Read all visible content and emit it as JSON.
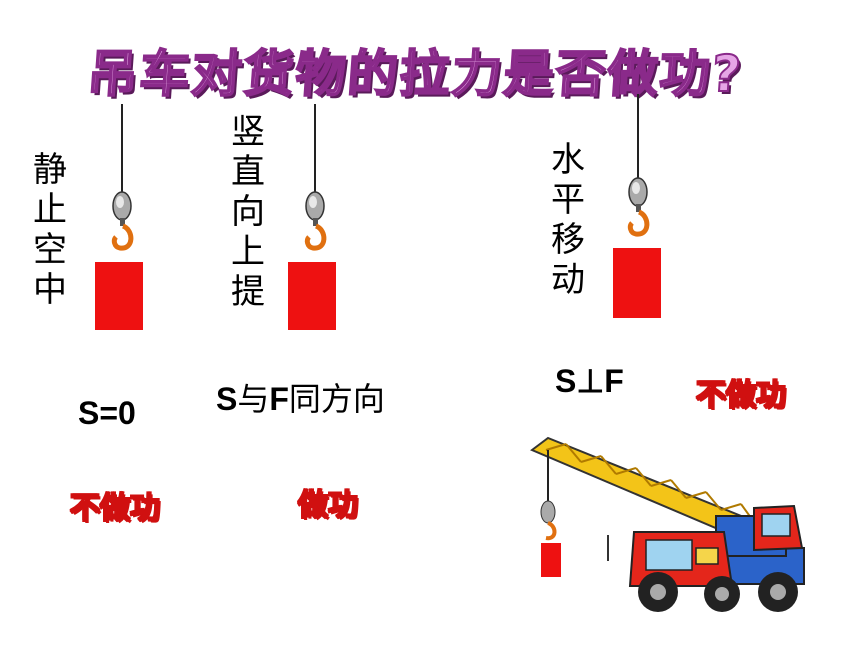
{
  "title": "吊车对货物的拉力是否做功?",
  "cases": [
    {
      "label_chars": [
        "静",
        "止",
        "空",
        "中"
      ],
      "formula": "S=0",
      "result": "不做功"
    },
    {
      "label_chars": [
        "竖",
        "直",
        "向",
        "上",
        "提"
      ],
      "formula_s": "S",
      "formula_mid": "与",
      "formula_f": "F",
      "formula_end": "同方向",
      "result": "做功"
    },
    {
      "label_chars": [
        "水",
        "平",
        "移",
        "动"
      ],
      "formula": "S⊥F",
      "result": "不做功"
    }
  ],
  "colors": {
    "title_fill": "#e6a6e6",
    "title_stroke": "#8a2a8a",
    "cargo": "#ee1111",
    "result_outline": "#d01010"
  },
  "icons": [
    "hook-icon",
    "crane-truck-icon"
  ]
}
